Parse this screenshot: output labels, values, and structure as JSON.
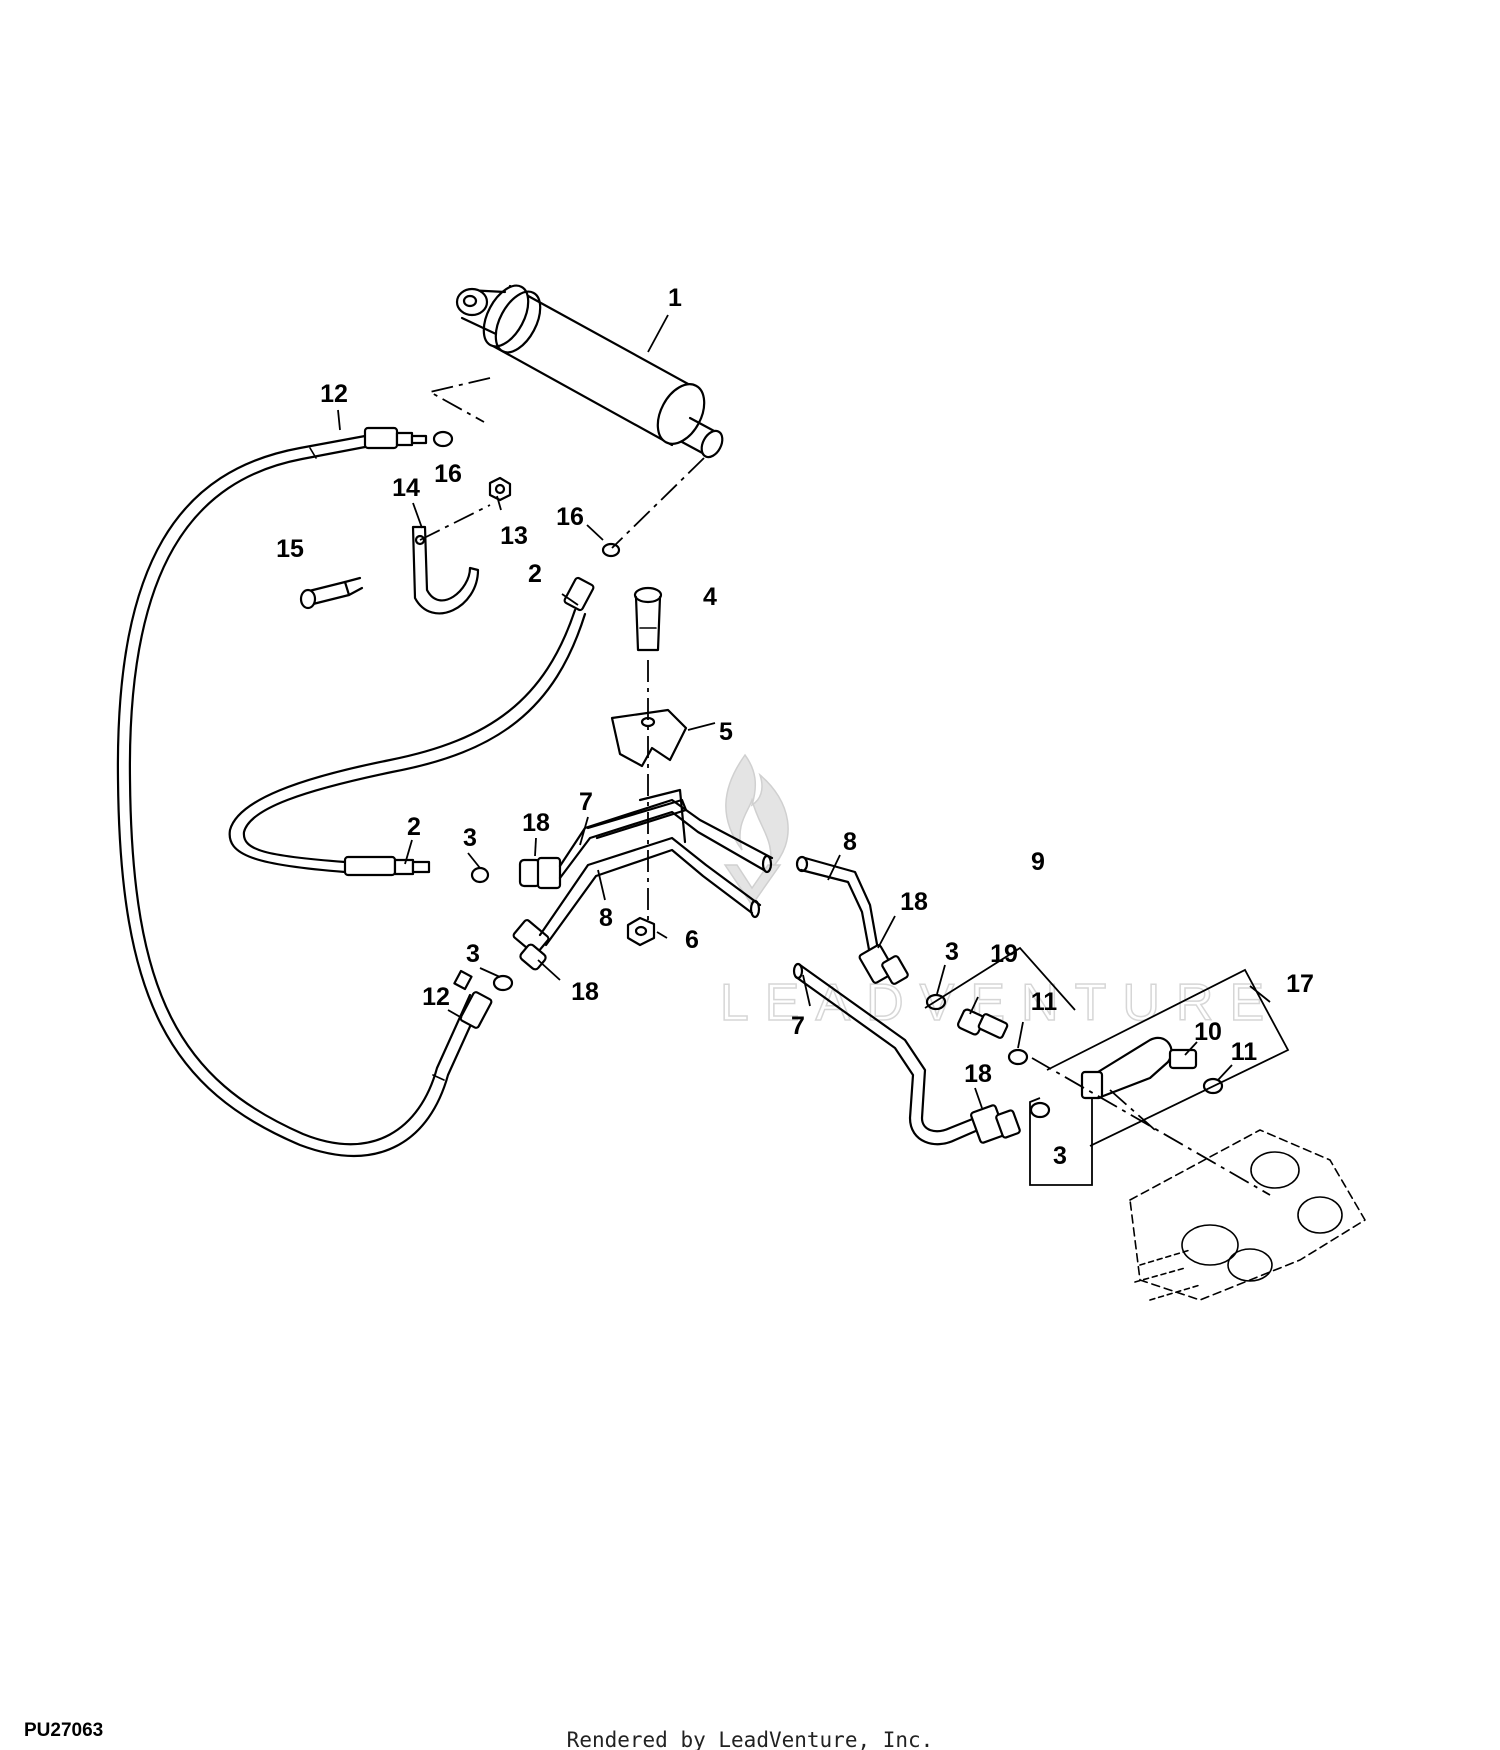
{
  "diagram": {
    "figure_id": "PU27063",
    "credit": "Rendered by LeadVenture, Inc.",
    "watermark": "LEADVENTURE",
    "callouts": [
      {
        "id": "c1",
        "label": "1"
      },
      {
        "id": "c12a",
        "label": "12"
      },
      {
        "id": "c16a",
        "label": "16"
      },
      {
        "id": "c14",
        "label": "14"
      },
      {
        "id": "c13",
        "label": "13"
      },
      {
        "id": "c15",
        "label": "15"
      },
      {
        "id": "c16b",
        "label": "16"
      },
      {
        "id": "c2a",
        "label": "2"
      },
      {
        "id": "c4",
        "label": "4"
      },
      {
        "id": "c5",
        "label": "5"
      },
      {
        "id": "c2b",
        "label": "2"
      },
      {
        "id": "c3a",
        "label": "3"
      },
      {
        "id": "c18a",
        "label": "18"
      },
      {
        "id": "c7a",
        "label": "7"
      },
      {
        "id": "c8a",
        "label": "8"
      },
      {
        "id": "c6",
        "label": "6"
      },
      {
        "id": "c3b",
        "label": "3"
      },
      {
        "id": "c18b",
        "label": "18"
      },
      {
        "id": "c12b",
        "label": "12"
      },
      {
        "id": "c8b",
        "label": "8"
      },
      {
        "id": "c18c",
        "label": "18"
      },
      {
        "id": "c9",
        "label": "9"
      },
      {
        "id": "c3c",
        "label": "3"
      },
      {
        "id": "c19",
        "label": "19"
      },
      {
        "id": "c11a",
        "label": "11"
      },
      {
        "id": "c17",
        "label": "17"
      },
      {
        "id": "c10",
        "label": "10"
      },
      {
        "id": "c11b",
        "label": "11"
      },
      {
        "id": "c7b",
        "label": "7"
      },
      {
        "id": "c18d",
        "label": "18"
      },
      {
        "id": "c3d",
        "label": "3"
      }
    ]
  }
}
